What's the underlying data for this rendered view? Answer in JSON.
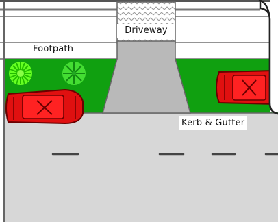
{
  "labels": {
    "driveway": "Driveway",
    "footpath": "Footpath",
    "kerb_gutter": "Kerb & Gutter"
  },
  "colors": {
    "grass": "#10a010",
    "road": "#d7d7d7",
    "driveway": "#b9b9b9",
    "outline": "#666666",
    "car_body": "#e01010",
    "tree_bright": "#66ff22",
    "tree_mid": "#44dd33"
  },
  "icons": [
    "bush-icon",
    "bush-icon",
    "car-icon",
    "car-icon"
  ]
}
